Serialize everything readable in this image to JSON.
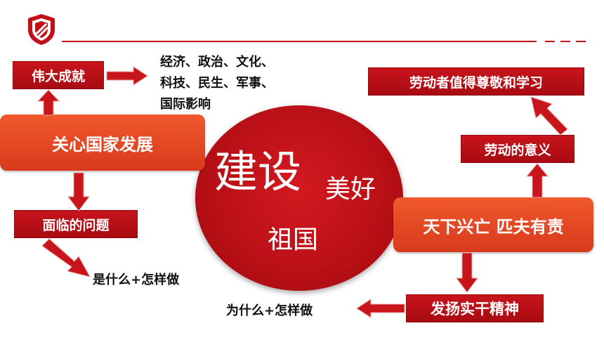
{
  "colors": {
    "dark_red": "#c0111a",
    "orange_red": "#e84a24",
    "circle_red": "#b80f16"
  },
  "icons": {
    "logo": "shield-icon"
  },
  "center": {
    "line1_big": "建设",
    "line1_small": "美好",
    "line2": "祖国"
  },
  "left": {
    "achievement": "伟大成就",
    "achievement_detail": [
      "经济、政治、文化、",
      "科技、民生、军事、",
      "国际影响"
    ],
    "core": "关心国家发展",
    "problems": "面临的问题",
    "problems_answer": "是什么+怎样做"
  },
  "right": {
    "respect": "劳动者值得尊敬和学习",
    "meaning": "劳动的意义",
    "core": "天下兴亡 匹夫有责",
    "spirit": "发扬实干精神",
    "spirit_answer": "为什么+怎样做"
  }
}
